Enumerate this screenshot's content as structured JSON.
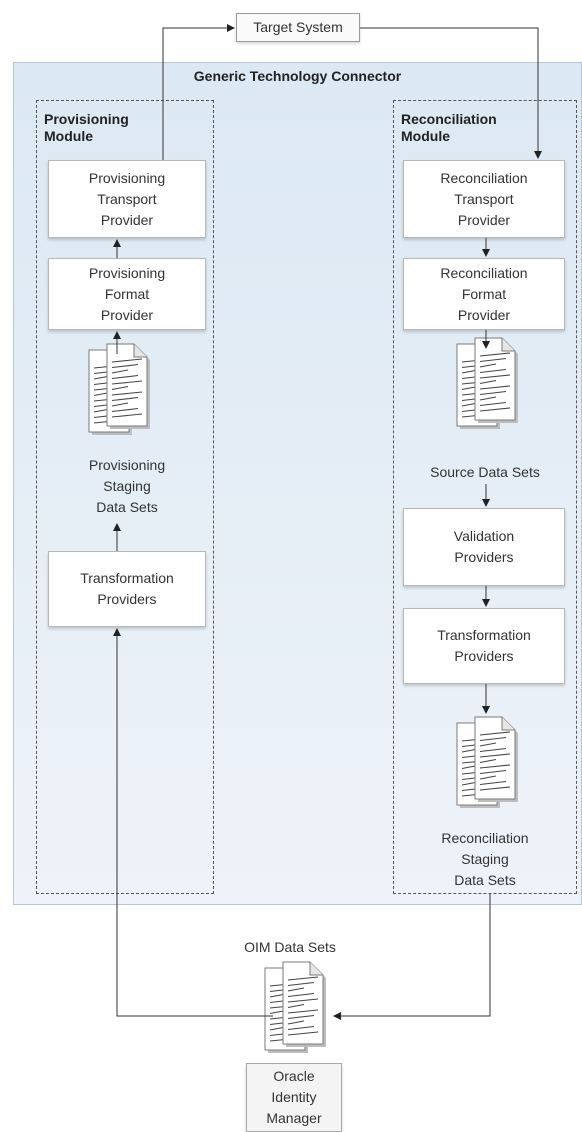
{
  "diagram": {
    "target_system": "Target System",
    "container_title": "Generic Technology Connector",
    "provisioning": {
      "title": "Provisioning\nModule",
      "transport": "Provisioning\nTransport\nProvider",
      "format": "Provisioning\nFormat\nProvider",
      "staging": "Provisioning\nStaging\nData Sets",
      "transformation": "Transformation\nProviders"
    },
    "reconciliation": {
      "title": "Reconciliation\nModule",
      "transport": "Reconciliation\nTransport\nProvider",
      "format": "Reconciliation\nFormat\nProvider",
      "source": "Source Data Sets",
      "validation": "Validation\nProviders",
      "transformation": "Transformation\nProviders",
      "staging": "Reconciliation\nStaging\nData Sets"
    },
    "oim_data_sets": "OIM Data Sets",
    "oim": "Oracle\nIdentity\nManager"
  }
}
